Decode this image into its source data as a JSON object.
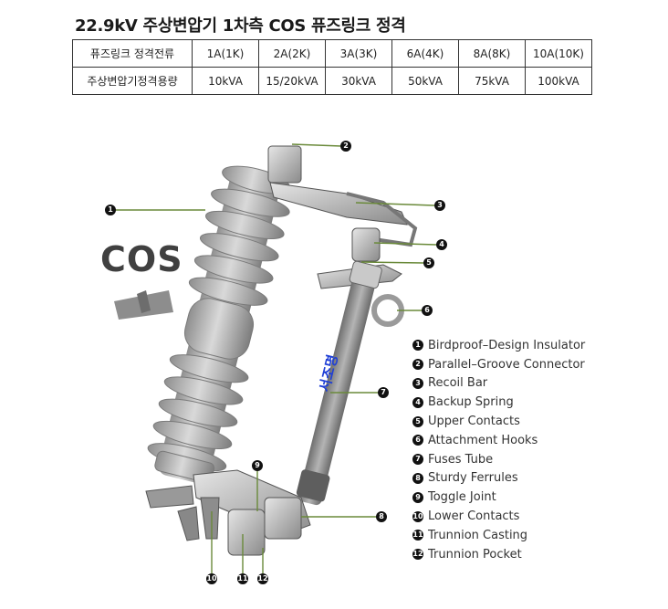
{
  "title": "22.9kV 주상변압기 1차측 COS 퓨즈링크 정격",
  "table": {
    "rows": [
      {
        "header": "퓨즈링크 정격전류",
        "values": [
          "1A(1K)",
          "2A(2K)",
          "3A(3K)",
          "6A(4K)",
          "8A(8K)",
          "10A(10K)"
        ]
      },
      {
        "header": "주상변압기정격용량",
        "values": [
          "10kVA",
          "15/20kVA",
          "30kVA",
          "50kVA",
          "75kVA",
          "100kVA"
        ]
      }
    ]
  },
  "product_label": "COS",
  "tube_text": "서조명",
  "legend": [
    {
      "num": "1",
      "label": "Birdproof–Design Insulator"
    },
    {
      "num": "2",
      "label": "Parallel–Groove Connector"
    },
    {
      "num": "3",
      "label": "Recoil Bar"
    },
    {
      "num": "4",
      "label": "Backup Spring"
    },
    {
      "num": "5",
      "label": "Upper Contacts"
    },
    {
      "num": "6",
      "label": "Attachment Hooks"
    },
    {
      "num": "7",
      "label": "Fuses Tube"
    },
    {
      "num": "8",
      "label": "Sturdy Ferrules"
    },
    {
      "num": "9",
      "label": "Toggle Joint"
    },
    {
      "num": "10",
      "label": "Lower Contacts"
    },
    {
      "num": "11",
      "label": "Trunnion Casting"
    },
    {
      "num": "12",
      "label": "Trunnion Pocket"
    }
  ],
  "callouts": [
    "1",
    "2",
    "3",
    "4",
    "5",
    "6",
    "7",
    "8",
    "9",
    "10",
    "11",
    "12"
  ],
  "colors": {
    "leader_line": "#6a8a3a",
    "insulator": "#b9b9b9",
    "tube": "#8e8e8e",
    "tube_text": "#1f3fd6"
  }
}
